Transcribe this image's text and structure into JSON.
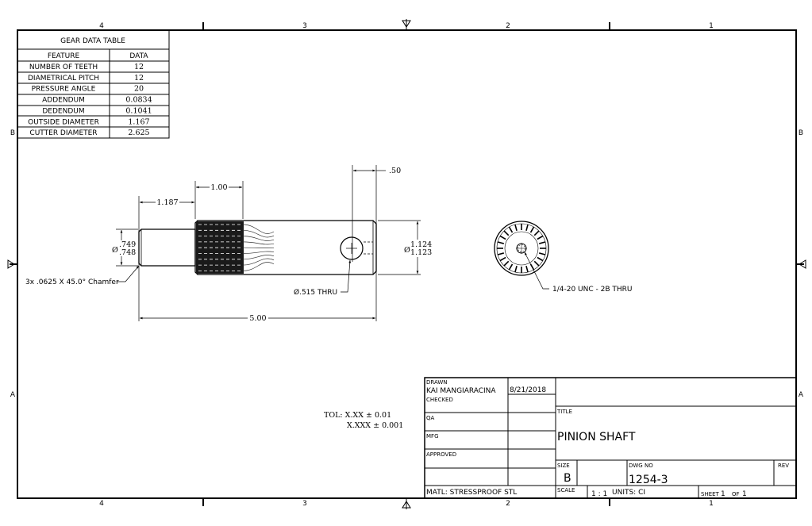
{
  "zones": {
    "cols": [
      "4",
      "3",
      "2",
      "1"
    ],
    "rows": [
      "B",
      "A"
    ]
  },
  "gear_table": {
    "title": "GEAR DATA TABLE",
    "headers": [
      "FEATURE",
      "DATA"
    ],
    "rows": [
      [
        "NUMBER OF TEETH",
        "12"
      ],
      [
        "DIAMETRICAL PITCH",
        "12"
      ],
      [
        "PRESSURE ANGLE",
        "20"
      ],
      [
        "ADDENDUM",
        "0.0834"
      ],
      [
        "DEDENDUM",
        "0.1041"
      ],
      [
        "OUTSIDE DIAMETER",
        "1.167"
      ],
      [
        "CUTTER DIAMETER",
        "2.625"
      ]
    ]
  },
  "dimensions": {
    "overall_length": "5.00",
    "shoulder": "1.187",
    "spline_length": "1.00",
    "hole_offset": ".50",
    "small_dia_prefix": "Ø",
    "small_dia_upper": ".749",
    "small_dia_lower": ".748",
    "large_dia_prefix": "Ø",
    "large_dia_upper": "1.124",
    "large_dia_lower": "1.123",
    "hole_note": "Ø.515 THRU",
    "chamfer_note": "3x .0625 X 45.0° Chamfer",
    "tap_note": "1/4-20 UNC - 2B THRU"
  },
  "tolerance": {
    "line1": "TOL: X.XX ± 0.01",
    "line2": "X.XXX ± 0.001"
  },
  "title_block": {
    "drawn_label": "DRAWN",
    "drawn_by": "KAI MANGIARACINA",
    "drawn_date": "8/21/2018",
    "checked_label": "CHECKED",
    "qa_label": "QA",
    "mfg_label": "MFG",
    "approved_label": "APPROVED",
    "material": "MATL: STRESSPROOF STL",
    "title_label": "TITLE",
    "title": "PINION SHAFT",
    "size_label": "SIZE",
    "size": "B",
    "dwg_no_label": "DWG NO",
    "dwg_no": "1254-3",
    "rev_label": "REV",
    "scale_label": "SCALE",
    "scale": "1 : 1",
    "units": "UNITS: CI",
    "sheet_label": "SHEET",
    "sheet": "1",
    "of_label": "OF",
    "sheet_total": "1"
  }
}
